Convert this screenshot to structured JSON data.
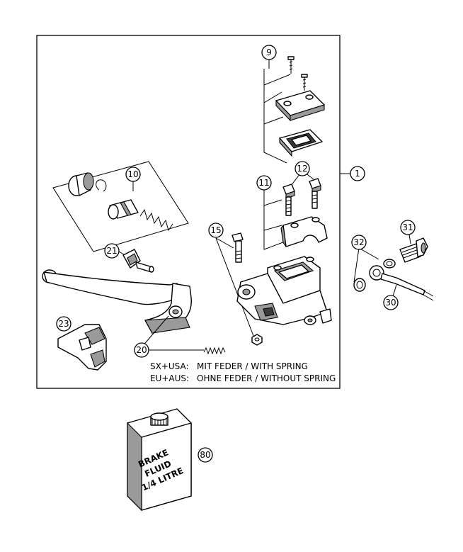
{
  "callouts": {
    "c1": "1",
    "c9": "9",
    "c10": "10",
    "c11": "11",
    "c12": "12",
    "c15": "15",
    "c20": "20",
    "c21": "21",
    "c23": "23",
    "c30": "30",
    "c31": "31",
    "c32": "32",
    "c80": "80"
  },
  "notes": {
    "line1_variant": "SX+USA:",
    "line1_text": "MIT FEDER / WITH SPRING",
    "line2_variant": "EU+AUS:",
    "line2_text": "OHNE FEDER / WITHOUT SPRING"
  },
  "bottle_label": {
    "line1": "BRAKE",
    "line2": "FLUID",
    "line3": "1/4 LITRE"
  }
}
